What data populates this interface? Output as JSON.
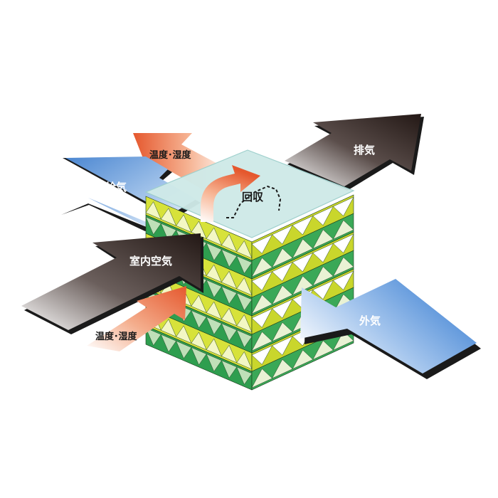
{
  "labels": {
    "humidity_top": "温度･湿度",
    "supply": "給気",
    "exhaust": "排気",
    "recovery": "回収",
    "indoor_air": "室内空気",
    "humidity_bottom": "温度･湿度",
    "outdoor_air": "外気"
  },
  "colors": {
    "blue_arrow": "#5b93d6",
    "dark_arrow": "#231815",
    "orange_arrow": "#e8643c",
    "layer_light": "#d7e23a",
    "layer_dark": "#2e9e4f",
    "fin_light": "#f3f7c4",
    "top_plate": "#cfeae8"
  }
}
